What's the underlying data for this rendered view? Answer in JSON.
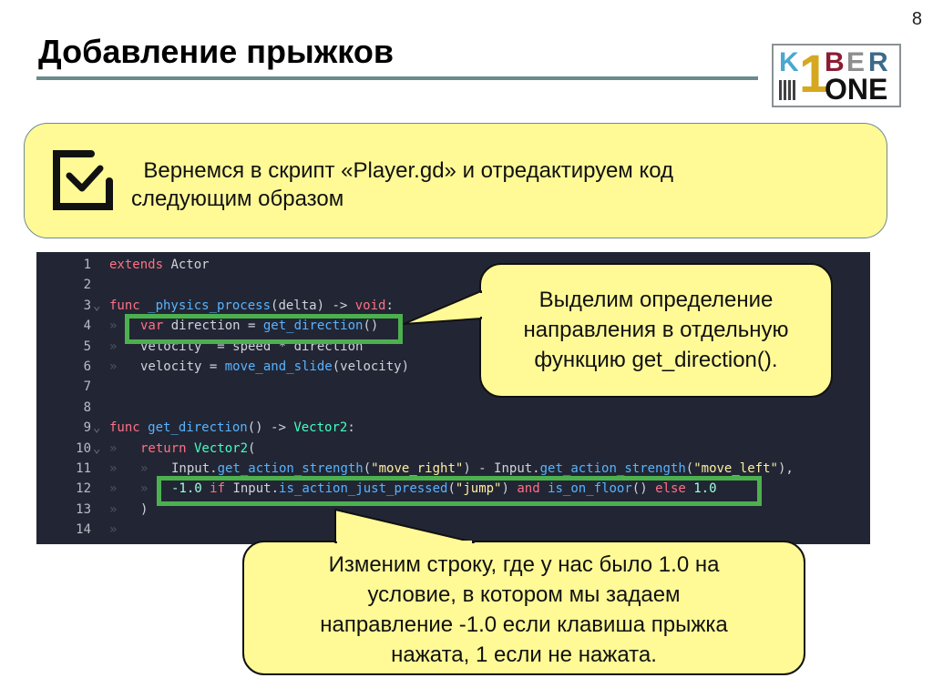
{
  "slide": {
    "page_number": "8",
    "title": "Добавление прыжков"
  },
  "logo": {
    "k": "K",
    "digit": "1",
    "b": "B",
    "e": "E",
    "r": "R",
    "one": "ONE",
    "colors": {
      "k": "#4aa8cf",
      "digit": "#d4a820",
      "b": "#8b1c34",
      "e": "#8e8e8e",
      "r": "#3d6a8a",
      "one": "#111111"
    }
  },
  "intro": {
    "icon": "checkbox-checked-icon",
    "line1": "  Вернемся в скрипт «Player.gd» и отредактируем код",
    "line2": "следующим образом"
  },
  "code": {
    "lines": [
      {
        "n": "1",
        "fold": "",
        "tabs": "",
        "tokens": [
          {
            "c": "kw",
            "t": "extends"
          },
          {
            "c": "plain",
            "t": " Actor"
          }
        ]
      },
      {
        "n": "2",
        "fold": "",
        "tabs": "",
        "tokens": []
      },
      {
        "n": "3",
        "fold": "⌄",
        "tabs": "",
        "tokens": [
          {
            "c": "kw",
            "t": "func"
          },
          {
            "c": "fn",
            "t": " _physics_process"
          },
          {
            "c": "plain",
            "t": "(delta) -> "
          },
          {
            "c": "kw",
            "t": "void"
          },
          {
            "c": "plain",
            "t": ":"
          }
        ]
      },
      {
        "n": "4",
        "fold": "",
        "tabs": "»",
        "tokens": [
          {
            "c": "kw",
            "t": "var"
          },
          {
            "c": "plain",
            "t": " direction = "
          },
          {
            "c": "fn",
            "t": "get_direction"
          },
          {
            "c": "plain",
            "t": "()"
          }
        ]
      },
      {
        "n": "5",
        "fold": "",
        "tabs": "»",
        "tokens": [
          {
            "c": "plain",
            "t": "velocity  = speed * direction"
          }
        ]
      },
      {
        "n": "6",
        "fold": "",
        "tabs": "»",
        "tokens": [
          {
            "c": "plain",
            "t": "velocity = "
          },
          {
            "c": "fn",
            "t": "move_and_slide"
          },
          {
            "c": "plain",
            "t": "(velocity)"
          }
        ]
      },
      {
        "n": "7",
        "fold": "",
        "tabs": "",
        "tokens": []
      },
      {
        "n": "8",
        "fold": "",
        "tabs": "",
        "tokens": []
      },
      {
        "n": "9",
        "fold": "⌄",
        "tabs": "",
        "tokens": [
          {
            "c": "kw",
            "t": "func"
          },
          {
            "c": "fn",
            "t": " get_direction"
          },
          {
            "c": "plain",
            "t": "() -> "
          },
          {
            "c": "ty",
            "t": "Vector2"
          },
          {
            "c": "plain",
            "t": ":"
          }
        ]
      },
      {
        "n": "10",
        "fold": "⌄",
        "tabs": "»",
        "tokens": [
          {
            "c": "kw",
            "t": "return"
          },
          {
            "c": "ty",
            "t": " Vector2"
          },
          {
            "c": "plain",
            "t": "("
          }
        ]
      },
      {
        "n": "11",
        "fold": "",
        "tabs": "»   »",
        "tokens": [
          {
            "c": "plain",
            "t": "Input."
          },
          {
            "c": "fn",
            "t": "get_action_strength"
          },
          {
            "c": "plain",
            "t": "("
          },
          {
            "c": "str",
            "t": "\"move_right\""
          },
          {
            "c": "plain",
            "t": ") - Input."
          },
          {
            "c": "fn",
            "t": "get_action_strength"
          },
          {
            "c": "plain",
            "t": "("
          },
          {
            "c": "str",
            "t": "\"move_left\""
          },
          {
            "c": "plain",
            "t": "),"
          }
        ]
      },
      {
        "n": "12",
        "fold": "",
        "tabs": "»   »",
        "tokens": [
          {
            "c": "num",
            "t": "-1.0"
          },
          {
            "c": "kw",
            "t": " if"
          },
          {
            "c": "plain",
            "t": " Input."
          },
          {
            "c": "fn",
            "t": "is_action_just_pressed"
          },
          {
            "c": "plain",
            "t": "("
          },
          {
            "c": "str",
            "t": "\"jump\""
          },
          {
            "c": "plain",
            "t": ") "
          },
          {
            "c": "kw",
            "t": "and"
          },
          {
            "c": "fn",
            "t": " is_on_floor"
          },
          {
            "c": "plain",
            "t": "() "
          },
          {
            "c": "kw",
            "t": "else"
          },
          {
            "c": "num",
            "t": " 1.0"
          }
        ]
      },
      {
        "n": "13",
        "fold": "",
        "tabs": "»",
        "tokens": [
          {
            "c": "plain",
            "t": ")"
          }
        ]
      },
      {
        "n": "14",
        "fold": "",
        "tabs": "»",
        "tokens": []
      }
    ],
    "colors": {
      "background": "#222634",
      "keyword": "#ff7085",
      "function": "#57b3ff",
      "type": "#42ffc2",
      "string": "#ffeda1",
      "number": "#a1ffe0",
      "highlight": "#4db04f"
    }
  },
  "callouts": {
    "top": {
      "line1": "Выделим определение",
      "line2": "направления в отдельную",
      "line3": "функцию get_direction()."
    },
    "bottom": {
      "line1": "Изменим строку, где у нас было 1.0 на",
      "line2": "условие, в котором мы задаем",
      "line3": "направление -1.0 если клавиша прыжка",
      "line4": "нажата, 1 если не нажата."
    },
    "fill": "#fffa96"
  }
}
